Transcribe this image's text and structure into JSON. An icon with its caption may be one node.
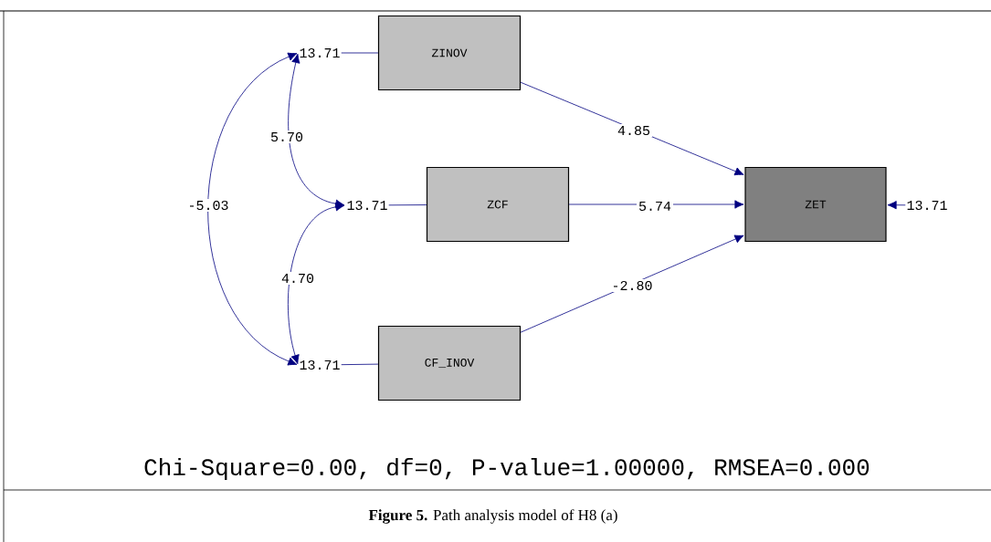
{
  "diagram": {
    "caption": "**Figure 5.** Path analysis model of H8 (a)",
    "nodes": [
      {
        "text": [
          "ZINOV"
        ]
      },
      {
        "text": [
          "ZCF"
        ]
      },
      {
        "text": [
          "CF_INOV"
        ]
      },
      {
        "text": [
          "ZET"
        ]
      },
      {
        "text": [
          "13.71"
        ]
      },
      {
        "text": [
          "13.71"
        ]
      },
      {
        "text": [
          "13.71"
        ]
      },
      {
        "text": [
          "13.71"
        ]
      }
    ],
    "edges": [
      {
        "from": 4,
        "to": 0,
        "arrow": "none"
      },
      {
        "from": 5,
        "to": 1,
        "arrow": "none"
      },
      {
        "from": 6,
        "to": 2,
        "arrow": "none"
      },
      {
        "from": 0,
        "to": 3,
        "arrow": "to",
        "label": "4.85"
      },
      {
        "from": 1,
        "to": 3,
        "arrow": "to",
        "label": "5.74"
      },
      {
        "from": 2,
        "to": 3,
        "arrow": "to",
        "label": "-2.80"
      },
      {
        "from": 4,
        "to": 5,
        "arrow": "both",
        "label": "5.70"
      },
      {
        "from": 5,
        "to": 6,
        "arrow": "both",
        "label": "4.70"
      },
      {
        "from": 4,
        "to": 6,
        "arrow": "both",
        "label": "-5.03"
      },
      {
        "from": 7,
        "to": 3,
        "arrow": "to"
      }
    ],
    "labels": [
      "Chi-Square=0.00, df=0, P-value=1.00000, RMSEA=0.000"
    ]
  }
}
